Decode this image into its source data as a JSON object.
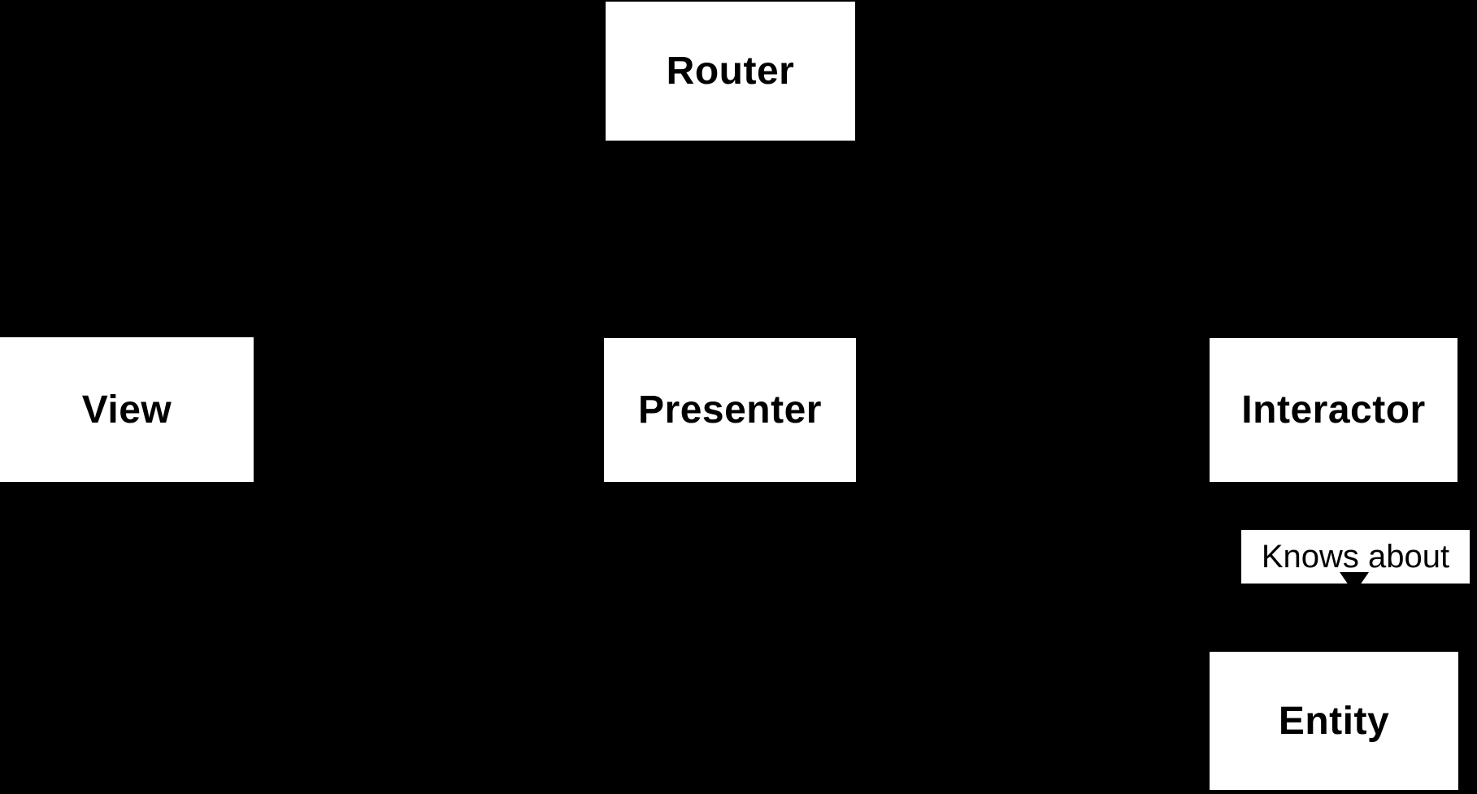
{
  "diagram": {
    "background_color": "#000000",
    "node_fill": "#ffffff",
    "node_text_color": "#000000",
    "nodes": [
      {
        "id": "router",
        "label": "Router"
      },
      {
        "id": "view",
        "label": "View"
      },
      {
        "id": "presenter",
        "label": "Presenter"
      },
      {
        "id": "interactor",
        "label": "Interactor"
      },
      {
        "id": "entity",
        "label": "Entity"
      }
    ],
    "edge_labels": [
      {
        "id": "knows-about",
        "label": "Knows about"
      }
    ]
  }
}
